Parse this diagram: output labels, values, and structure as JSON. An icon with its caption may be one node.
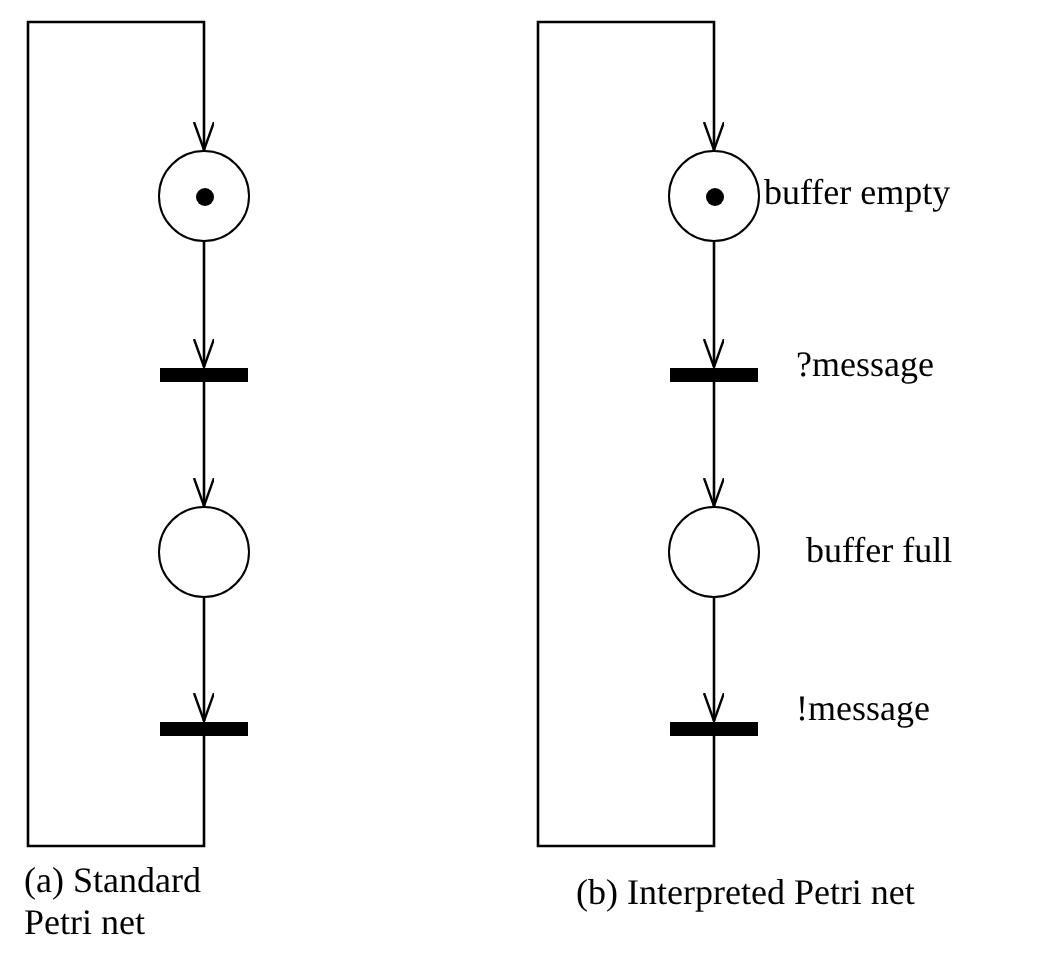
{
  "diagram": {
    "nodes": [
      {
        "text": [],
        "shape": "circle"
      },
      {
        "text": [],
        "shape": "bar"
      },
      {
        "text": [],
        "shape": "circle"
      },
      {
        "text": [],
        "shape": "bar"
      },
      {
        "text": [],
        "shape": "circle",
        "beside": [
          "buffer empty"
        ]
      },
      {
        "text": [],
        "shape": "bar",
        "beside": [
          "?message"
        ]
      },
      {
        "text": [],
        "shape": "circle",
        "beside": [
          "buffer full"
        ]
      },
      {
        "text": [],
        "shape": "bar",
        "beside": [
          "!message"
        ]
      }
    ],
    "edges": [
      {
        "from": 0,
        "to": 1,
        "arrow": "to"
      },
      {
        "from": 1,
        "to": 2,
        "arrow": "to"
      },
      {
        "from": 2,
        "to": 3,
        "arrow": "to"
      },
      {
        "from": 3,
        "to": 0,
        "arrow": "to"
      },
      {
        "from": 4,
        "to": 5,
        "arrow": "to"
      },
      {
        "from": 5,
        "to": 6,
        "arrow": "to"
      },
      {
        "from": 6,
        "to": 7,
        "arrow": "to"
      },
      {
        "from": 7,
        "to": 4,
        "arrow": "to"
      }
    ],
    "labels": [
      "(a) Standard Petri net",
      "(b) Interpreted Petri net"
    ]
  }
}
